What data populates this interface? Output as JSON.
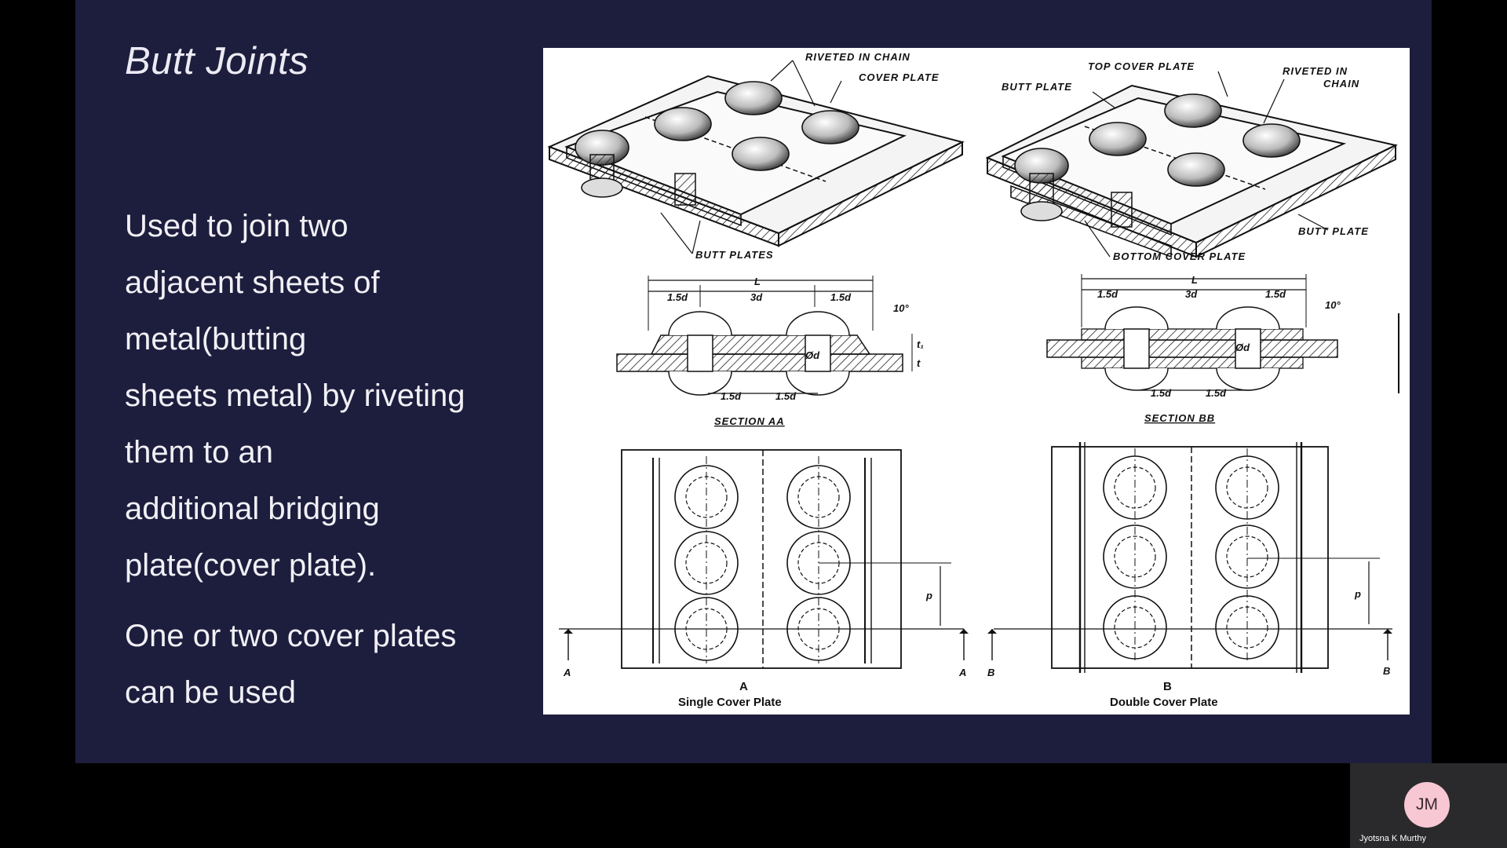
{
  "slide": {
    "title": "Butt Joints",
    "paragraph1_lines": [
      "Used to join two",
      "adjacent sheets of",
      "metal(butting",
      "sheets metal) by riveting",
      "them to  an",
      "additional bridging",
      "plate(cover plate)."
    ],
    "paragraph2_lines": [
      "One or two cover plates",
      "can be used"
    ]
  },
  "figure": {
    "left_iso": {
      "riveted_in_chain": "RIVETED IN CHAIN",
      "cover_plate": "COVER PLATE",
      "butt_plates": "BUTT PLATES"
    },
    "right_iso": {
      "top_cover_plate": "TOP COVER PLATE",
      "butt_plate_top": "BUTT PLATE",
      "riveted_in": "RIVETED IN",
      "chain": "CHAIN",
      "butt_plate_right": "BUTT PLATE",
      "bottom_cover_plate": "BOTTOM COVER PLATE"
    },
    "section_aa": {
      "l": "L",
      "d1": "1.5d",
      "d2": "3d",
      "d3": "1.5d",
      "angle": "10°",
      "phi": "Ød",
      "b1": "1.5d",
      "b2": "1.5d",
      "t1": "t₁",
      "t": "t",
      "name": "SECTION AA"
    },
    "section_bb": {
      "l": "L",
      "d1": "1.5d",
      "d2": "3d",
      "d3": "1.5d",
      "angle": "10°",
      "phi": "Ød",
      "b1": "1.5d",
      "b2": "1.5d",
      "name": "SECTION BB"
    },
    "plan_a": {
      "p": "p",
      "a_left": "A",
      "a_right": "A",
      "letter": "A",
      "caption": "Single Cover Plate"
    },
    "plan_b": {
      "p": "p",
      "b_left": "B",
      "b_right": "B",
      "letter": "B",
      "caption": "Double Cover Plate"
    }
  },
  "participant": {
    "initials": "JM",
    "name": "Jyotsna K Murthy",
    "avatar_color": "#f7c7d3"
  }
}
